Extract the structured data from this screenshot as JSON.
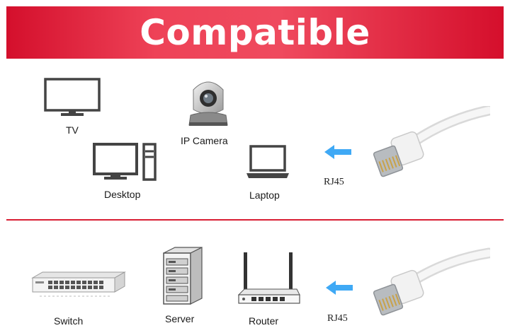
{
  "banner": {
    "title": "Compatible"
  },
  "devices_top": [
    {
      "label": "TV",
      "icon": "tv-icon"
    },
    {
      "label": "IP Camera",
      "icon": "ip-camera-icon"
    },
    {
      "label": "Desktop",
      "icon": "desktop-icon"
    },
    {
      "label": "Laptop",
      "icon": "laptop-icon"
    }
  ],
  "devices_bottom": [
    {
      "label": "Switch",
      "icon": "network-switch-icon"
    },
    {
      "label": "Server",
      "icon": "server-rack-icon"
    },
    {
      "label": "Router",
      "icon": "router-icon"
    }
  ],
  "connector": {
    "top_label": "RJ45",
    "bottom_label": "RJ45"
  },
  "colors": {
    "banner": "#e8324a",
    "divider": "#d81e33",
    "arrow": "#3fa9f5"
  }
}
